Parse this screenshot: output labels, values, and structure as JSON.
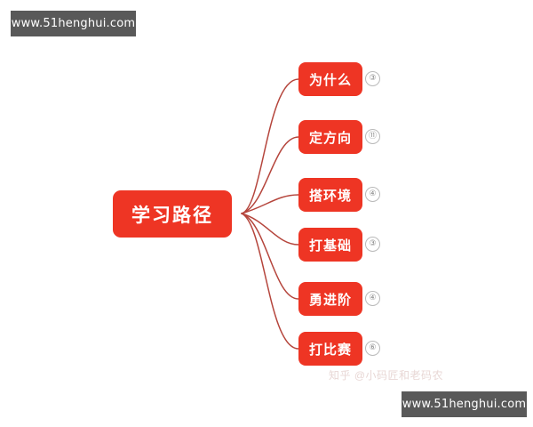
{
  "mindmap": {
    "root": {
      "label": "学习路径"
    },
    "children": [
      {
        "label": "为什么",
        "badge": "③"
      },
      {
        "label": "定方向",
        "badge": "⑪"
      },
      {
        "label": "搭环境",
        "badge": "④"
      },
      {
        "label": "打基础",
        "badge": "③"
      },
      {
        "label": "勇进阶",
        "badge": "④"
      },
      {
        "label": "打比赛",
        "badge": "⑥"
      }
    ]
  },
  "watermarks": {
    "top": "www.51henghui.com",
    "bottom": "www.51henghui.com",
    "zhihu": "知乎 @小码匠和老码农"
  },
  "colors": {
    "node_fill": "#ee3524",
    "node_text": "#ffffff",
    "connector": "#b5453c",
    "badge_border": "#b9b9b9",
    "badge_text": "#8a8a8a",
    "watermark_bg": "#595959",
    "background": "#ffffff"
  }
}
